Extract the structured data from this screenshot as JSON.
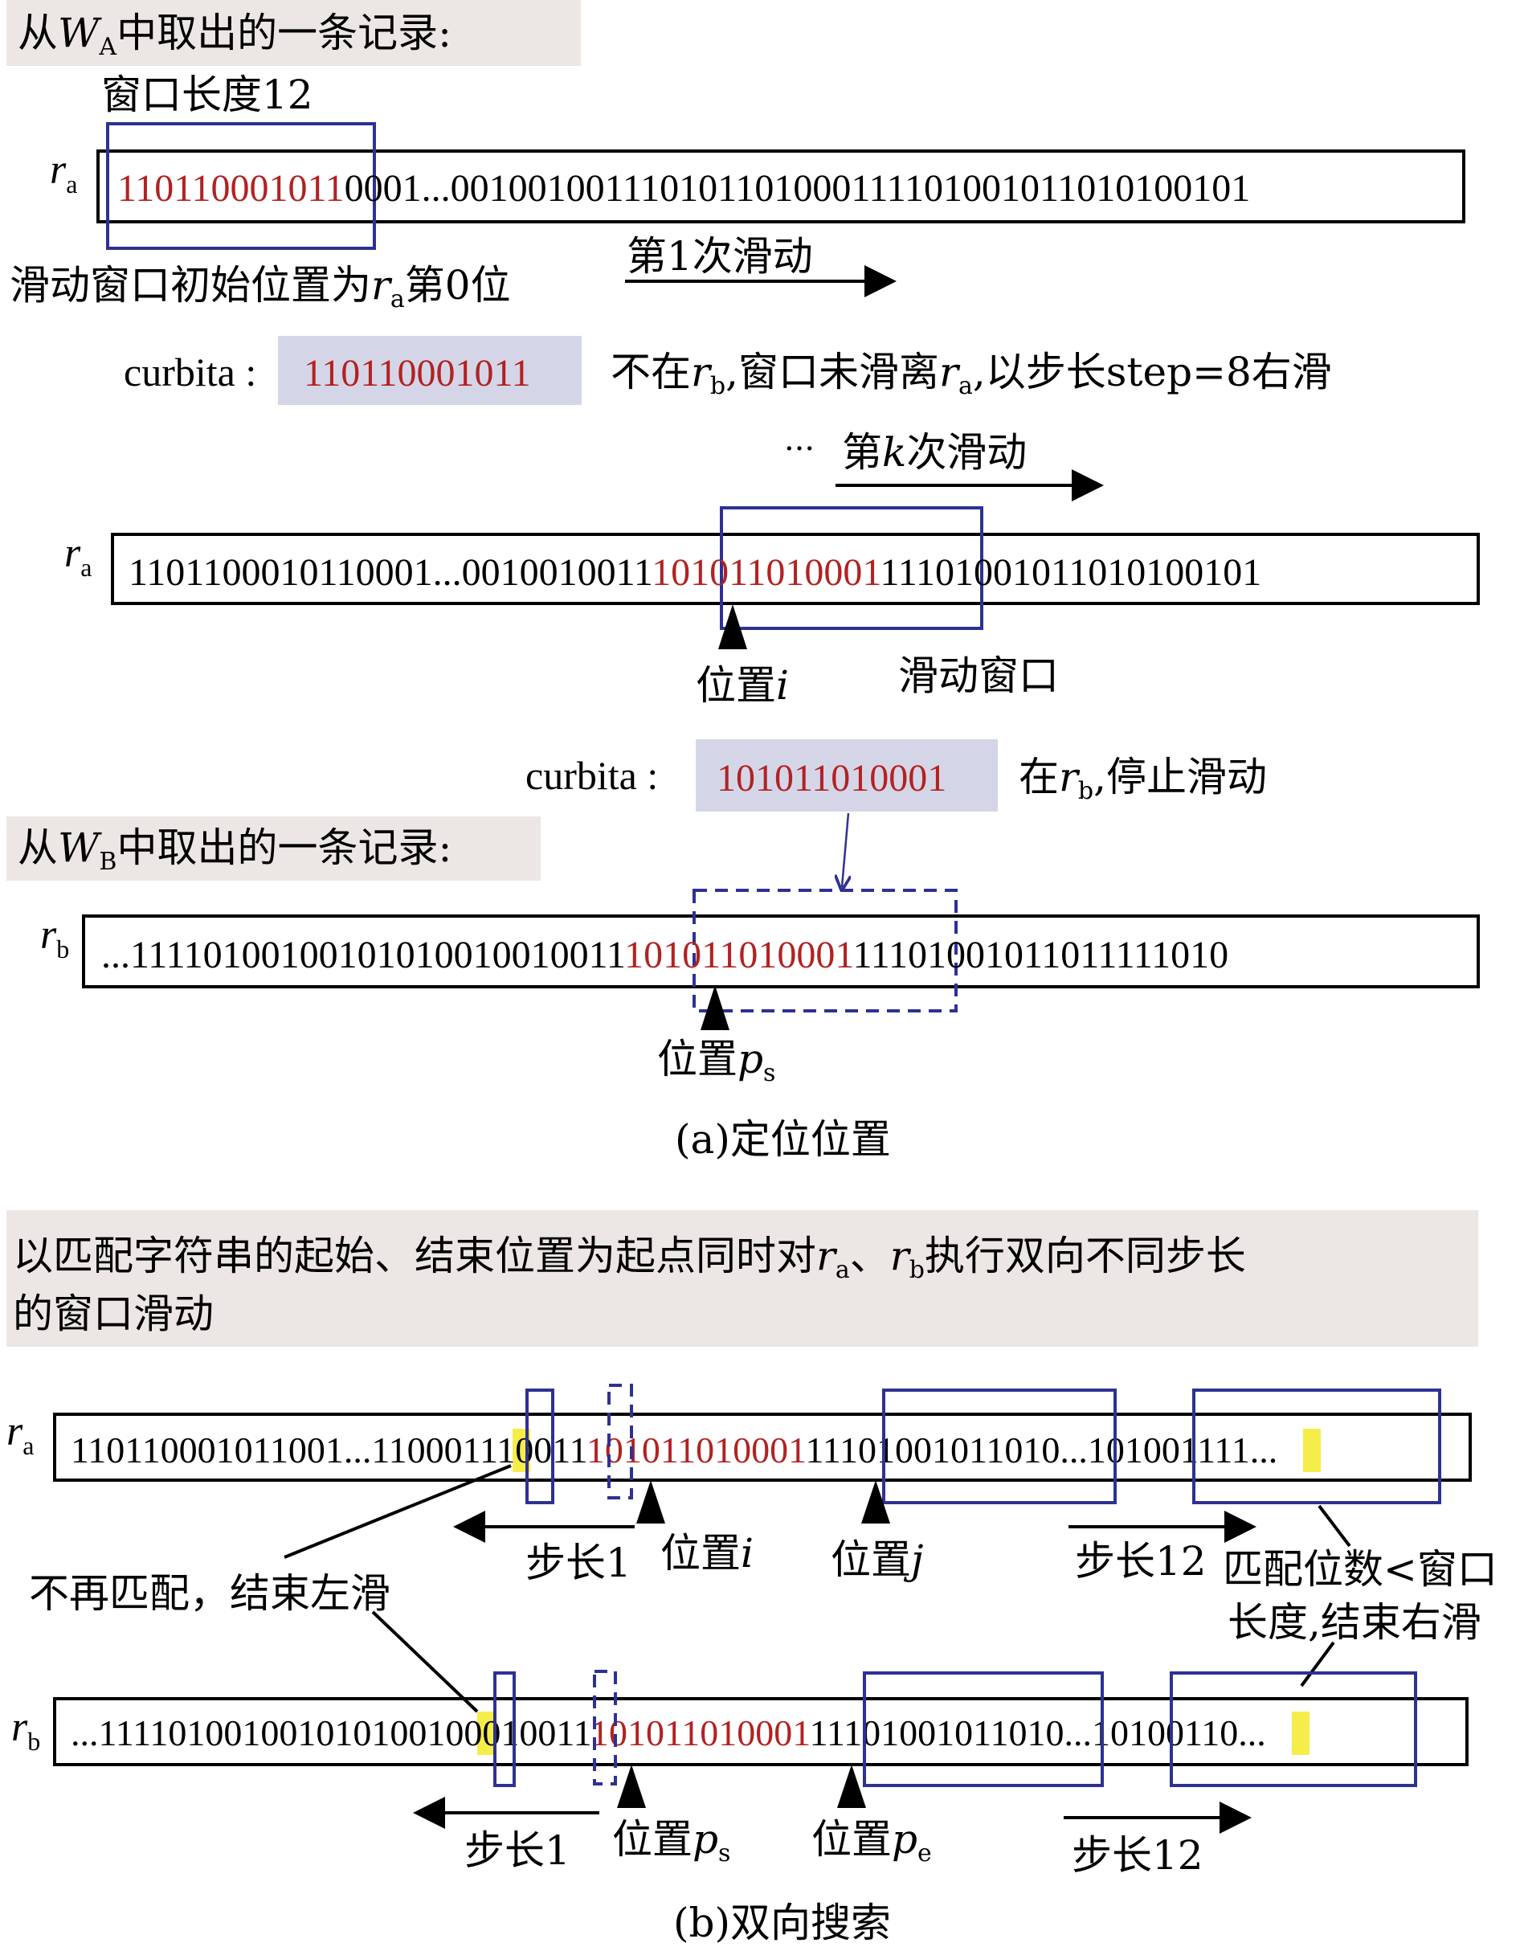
{
  "part_a": {
    "banner_a": {
      "pre": "从",
      "var": "W",
      "sub": "A",
      "post": "中取出的一条记录:"
    },
    "window_length": "窗口长度12",
    "ra1": {
      "label": "r",
      "label_sub": "a",
      "red": "110110001011",
      "rest": "0001...0010010011101011010001111010010110101001​01"
    },
    "initial": {
      "pre": "滑动窗口初始位置为",
      "var": "r",
      "sub": "a",
      "post": "第0位"
    },
    "slide1": "第1次滑动",
    "curbita1": {
      "label": "curbita :",
      "value": "110110001011"
    },
    "desc1": {
      "pre": "不在",
      "var1": "r",
      "sub1": "b",
      "mid": ",窗口未滑离",
      "var2": "r",
      "sub2": "a",
      "post": ",以步长step=8右滑"
    },
    "dots": "···",
    "slidek": {
      "pre": "第",
      "var": "k",
      "post": "次滑动"
    },
    "ra2": {
      "label": "r",
      "label_sub": "a",
      "pre": "1101100010110001...0010010011",
      "red": "101011010001",
      "post": "1110100101101010​0101"
    },
    "pos_i": {
      "pre": "位置",
      "var": "i"
    },
    "sliding_window": "滑动窗口",
    "curbita2": {
      "label": "curbita :",
      "value": "101011010001"
    },
    "desc2": {
      "pre": "在",
      "var": "r",
      "sub": "b",
      "post": ",停止滑动"
    },
    "banner_b": {
      "pre": "从",
      "var": "W",
      "sub": "B",
      "post": "中取出的一条记录:"
    },
    "rb1": {
      "label": "r",
      "label_sub": "b",
      "pre": "...11110100100101010010010011",
      "red": "101011010001",
      "post": "1110100101101111​1010"
    },
    "pos_ps": {
      "pre": "位置",
      "var": "p",
      "sub": "s"
    },
    "caption": "(a)定位位置"
  },
  "part_b": {
    "banner_line1": {
      "pre": "以匹配字符串的起始、结束位置为起点同时对",
      "var1": "r",
      "sub1": "a",
      "mid": "、",
      "var2": "r",
      "sub2": "b",
      "post": "执行双向不同步长"
    },
    "banner_line2": "的窗口滑动",
    "ra3": {
      "label": "r",
      "label_sub": "a",
      "pre1": "110110001011001...110001",
      "hl1": "1",
      "pre2": "10011",
      "red": "101011010001",
      "post1": "1110100101101​0...10100111",
      "hl2": "1",
      "post2": "..."
    },
    "step_left_a": "步长1",
    "pos_i": {
      "pre": "位置",
      "var": "i"
    },
    "pos_j": {
      "pre": "位置",
      "var": "j"
    },
    "step_right_a": "步长12",
    "no_match": "不再匹配，结束左滑",
    "less_match_l1": "匹配位数<窗口",
    "less_match_l2": "长度,结束右滑",
    "rb2": {
      "label": "r",
      "label_sub": "b",
      "pre1": "...11110100100101010010",
      "hl1": "0",
      "pre2": "010011",
      "red": "101011010001",
      "post1": "1110100101101​0...1010011",
      "hl2": "0",
      "post2": "..."
    },
    "step_left_b": "步长1",
    "pos_ps": {
      "pre": "位置",
      "var": "p",
      "sub": "s"
    },
    "pos_pe": {
      "pre": "位置",
      "var": "p",
      "sub": "e"
    },
    "step_right_b": "步长12",
    "caption": "(b)双向搜索"
  }
}
